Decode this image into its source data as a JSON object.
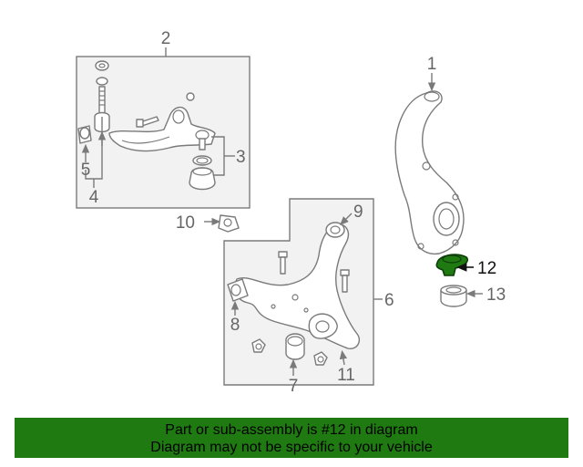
{
  "callouts": {
    "c1": "1",
    "c2": "2",
    "c3": "3",
    "c4": "4",
    "c5": "5",
    "c6": "6",
    "c7": "7",
    "c8": "8",
    "c9": "9",
    "c10": "10",
    "c11": "11",
    "c12": "12",
    "c13": "13"
  },
  "banner": {
    "line1": "Part or sub-assembly is #12 in diagram",
    "line2": "Diagram may not be specific to your vehicle"
  },
  "colors": {
    "banner_bg": "#1f7a12",
    "highlight_part": "#1f7a12",
    "line_art": "#7a7a7a"
  }
}
